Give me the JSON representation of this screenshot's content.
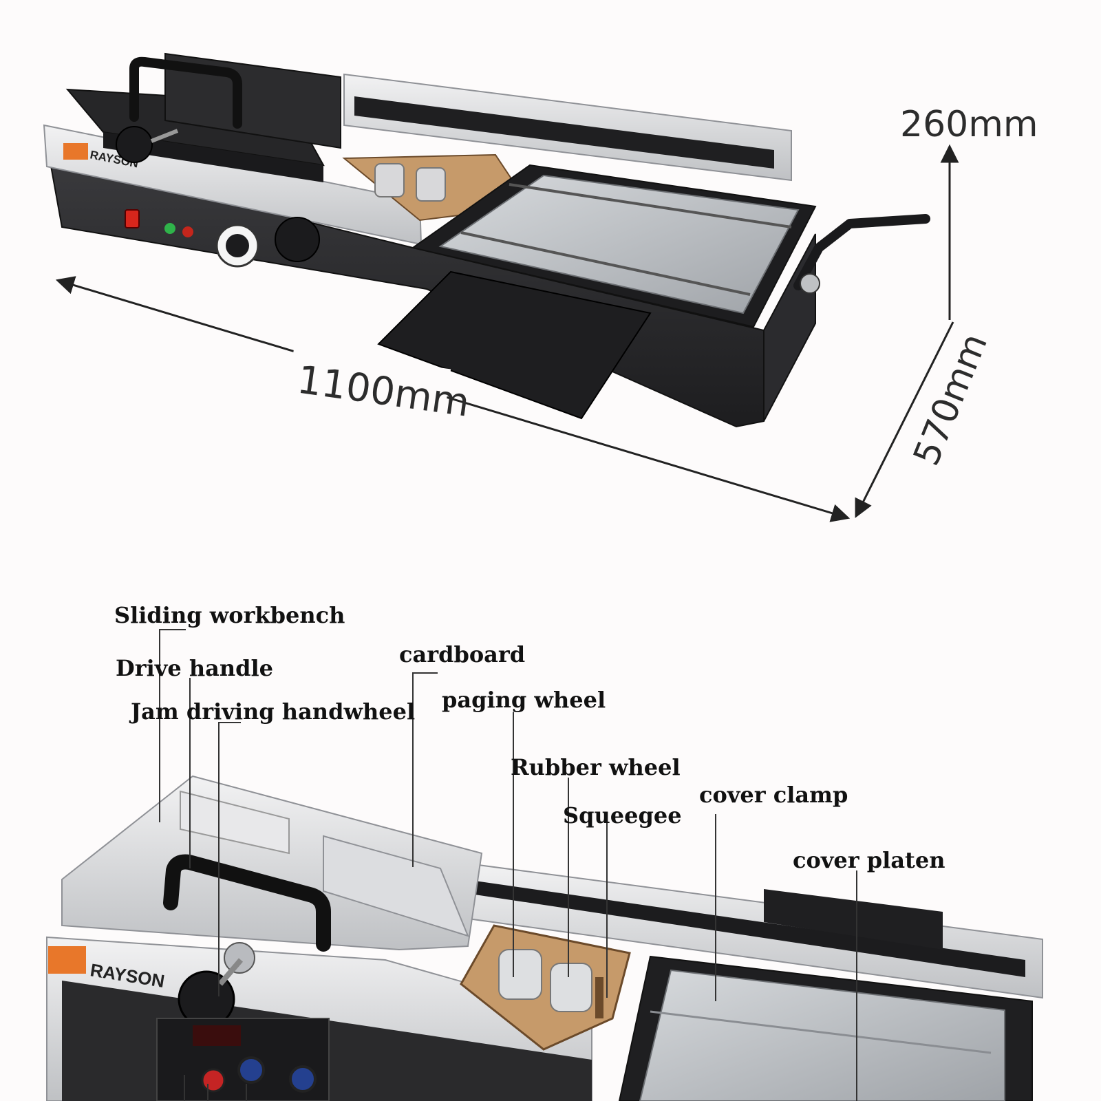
{
  "product": {
    "brand_logo_text": "RAYSON"
  },
  "dimensions": {
    "height": "260mm",
    "length": "1100mm",
    "depth": "570mm"
  },
  "parts": {
    "sliding_workbench": "Sliding workbench",
    "drive_handle": "Drive handle",
    "jam_driving_handwheel": "Jam driving handwheel",
    "cardboard": "cardboard",
    "paging_wheel": "paging wheel",
    "rubber_wheel": "Rubber wheel",
    "squeegee": "Squeegee",
    "cover_clamp": "cover clamp",
    "cover_platen": "cover platen"
  },
  "colors": {
    "background": "#fdfbfb",
    "machine_black": "#2a2a2c",
    "machine_silver": "#d9dadc",
    "brand_orange": "#e8772a",
    "power_switch_red": "#d8261c",
    "indicator_green": "#2fb34a",
    "indicator_red": "#c4261c"
  }
}
